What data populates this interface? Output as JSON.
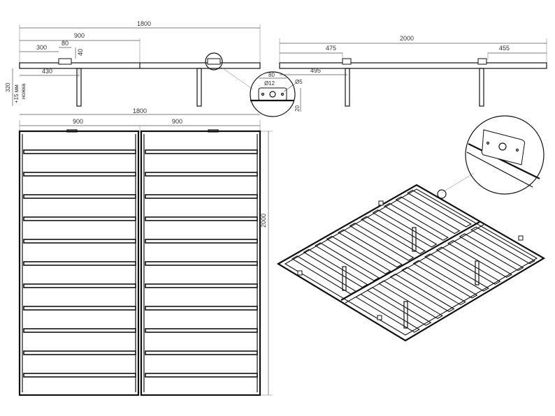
{
  "front_view": {
    "total_width": "1800",
    "half_width": "900",
    "bracket_offset": "300",
    "bracket_width": "80",
    "bracket_height": "40",
    "leg_offset": "430",
    "leg_height": "320",
    "leg_note": "+15 мм",
    "leg_word": "ножка"
  },
  "side_view": {
    "total_length": "2000",
    "left_bracket": "475",
    "right_bracket": "455",
    "leg_offset": "495"
  },
  "detail": {
    "plate_width": "80",
    "hole_large": "Ø12",
    "hole_small": "Ø5",
    "plate_height": "20"
  },
  "plan_view": {
    "total_width": "1800",
    "left_half": "900",
    "right_half": "900",
    "length": "2000"
  }
}
